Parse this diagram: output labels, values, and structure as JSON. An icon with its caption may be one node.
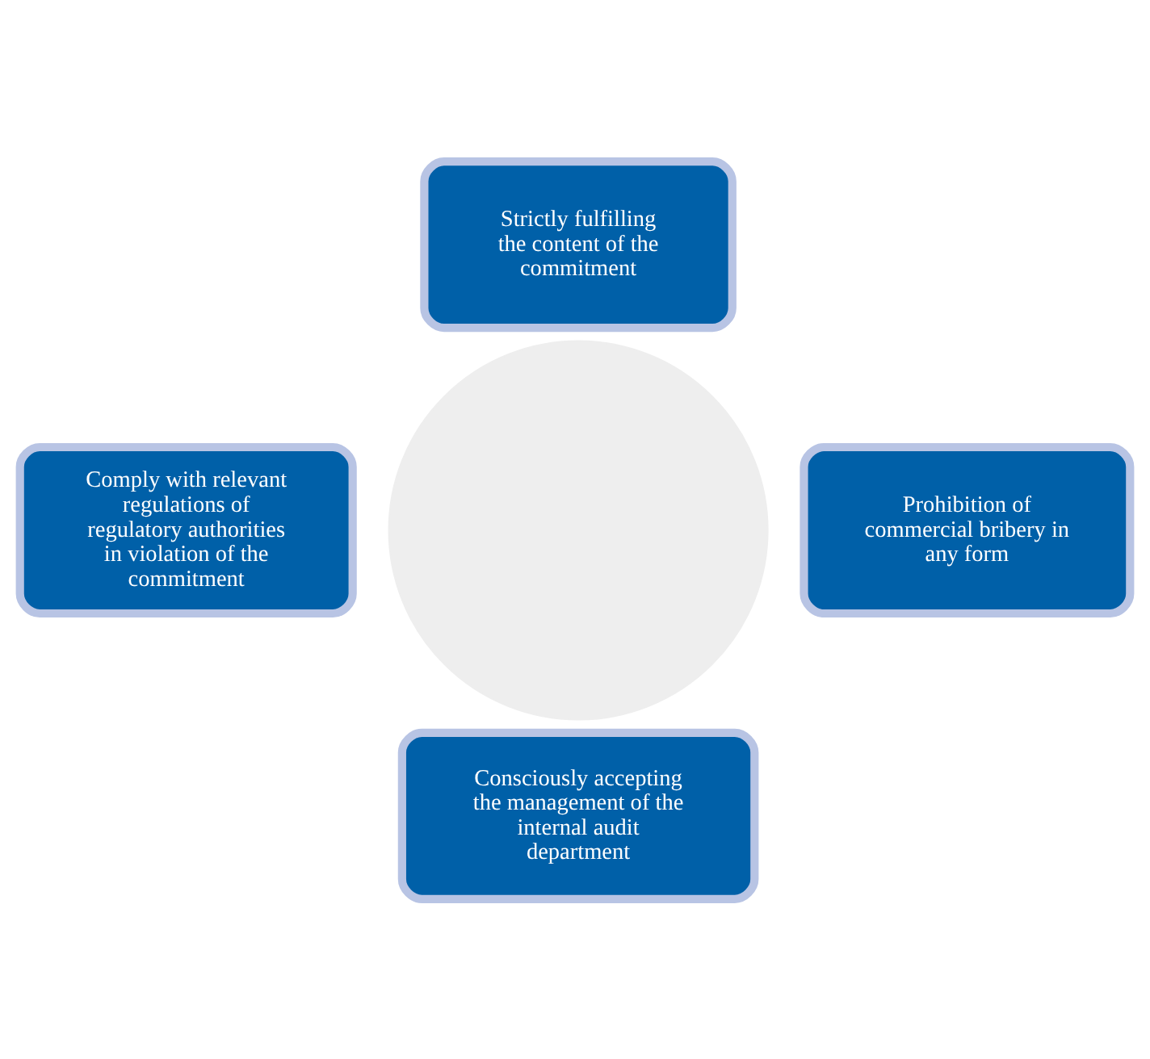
{
  "diagram": {
    "nodes": [
      {
        "text": [
          "Strictly fulfilling the content of the commitment"
        ]
      },
      {
        "text": [
          "Comply with relevant regulations of regulatory authorities in violation of the commitment"
        ]
      },
      {
        "text": [
          "Prohibition of commercial bribery in any form"
        ]
      },
      {
        "text": [
          "Consciously accepting the management of the internal audit department"
        ]
      },
      {
        "text": [],
        "shape": "circle"
      }
    ]
  }
}
